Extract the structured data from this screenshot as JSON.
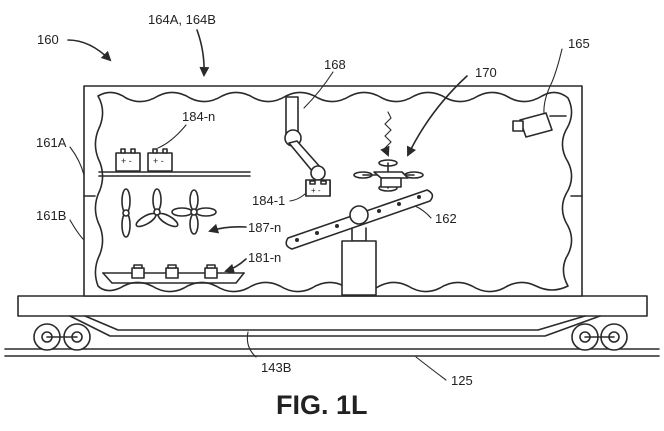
{
  "figure": {
    "caption": "FIG. 1L",
    "labels": {
      "system": "160",
      "container_top": "164A, 164B",
      "wall_a": "161A",
      "wall_b": "161B",
      "battery_set": "184-n",
      "robot_arm": "168",
      "drone": "170",
      "camera": "165",
      "held_battery": "184-1",
      "conveyor": "162",
      "propellers": "187-n",
      "motors": "181-n",
      "railcar_floor": "143B",
      "rail": "125"
    }
  }
}
